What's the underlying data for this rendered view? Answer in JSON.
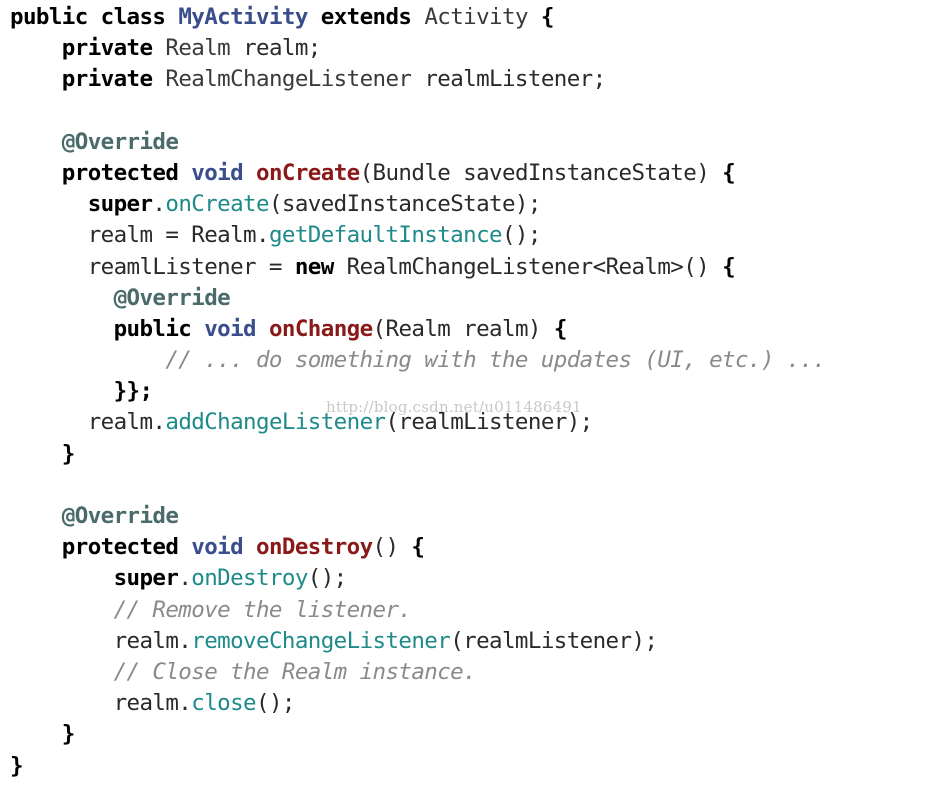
{
  "code_lines": [
    "public class MyActivity extends Activity {",
    "    private Realm realm;",
    "    private RealmChangeListener realmListener;",
    "",
    "    @Override",
    "    protected void onCreate(Bundle savedInstanceState) {",
    "      super.onCreate(savedInstanceState);",
    "      realm = Realm.getDefaultInstance();",
    "      reamlListener = new RealmChangeListener<Realm>() {",
    "        @Override",
    "        public void onChange(Realm realm) {",
    "            // ... do something with the updates (UI, etc.) ...",
    "        }};",
    "      realm.addChangeListener(realmListener);",
    "    }",
    "",
    "    @Override",
    "    protected void onDestroy() {",
    "        super.onDestroy();",
    "        // Remove the listener.",
    "        realm.removeChangeListener(realmListener);",
    "        // Close the Realm instance.",
    "        realm.close();",
    "    }",
    "}"
  ],
  "watermark": "http://blog.csdn.net/u011486491"
}
